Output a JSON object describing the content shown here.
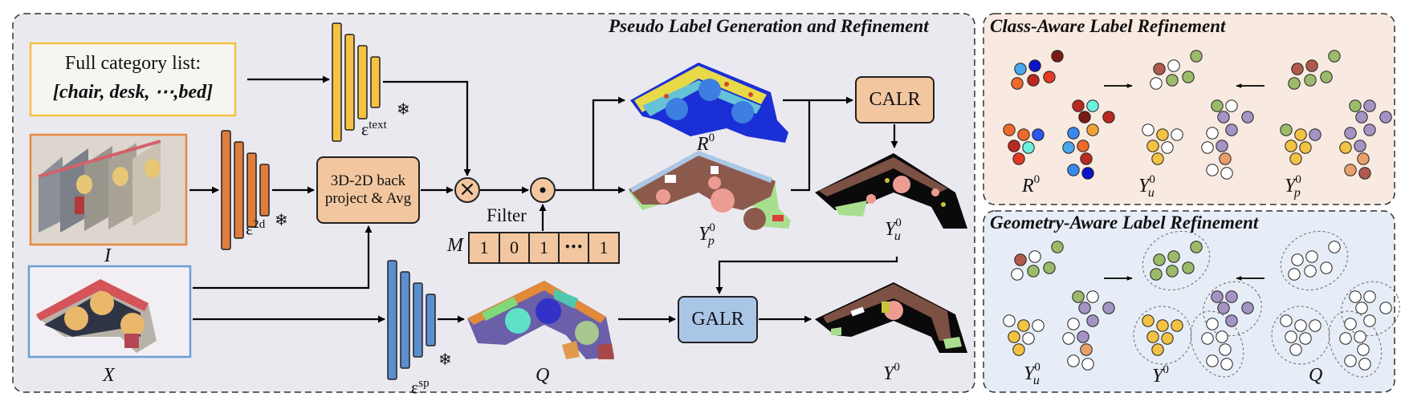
{
  "panels": {
    "main": {
      "title": "Pseudo Label Generation and Refinement"
    },
    "class_aware": {
      "title": "Class-Aware Label Refinement"
    },
    "geometry_aware": {
      "title": "Geometry-Aware Label Refinement"
    }
  },
  "category_box": {
    "line1": "Full category list:",
    "line2": "[chair, desk, ⋯,bed]"
  },
  "encoders": {
    "text": {
      "symbol": "ε",
      "sup": "text",
      "color": "#f5c242"
    },
    "image": {
      "symbol": "ε",
      "sup": "2d",
      "color": "#e07d3c"
    },
    "superpoint": {
      "symbol": "ε",
      "sup": "sp",
      "color": "#5b8fcf"
    },
    "frozen_icon": "❄"
  },
  "inputs": {
    "images": {
      "label": "I",
      "border_color": "#e8893e"
    },
    "pointcloud": {
      "label": "X",
      "border_color": "#6a9fd6"
    }
  },
  "blocks": {
    "backproject": {
      "line1": "3D-2D back",
      "line2": "project & Avg"
    },
    "calr": {
      "label": "CALR"
    },
    "galr": {
      "label": "GALR"
    }
  },
  "operators": {
    "multiply": "×",
    "hadamard": "⊙"
  },
  "filter": {
    "label": "Filter",
    "mask_label": "M",
    "mask_values": [
      "1",
      "0",
      "1",
      "•••",
      "1"
    ]
  },
  "outputs": {
    "r0": {
      "base": "R",
      "sup": "0"
    },
    "yp0": {
      "base": "Y",
      "sup": "0",
      "sub": "p"
    },
    "yu0": {
      "base": "Y",
      "sup": "0",
      "sub": "u"
    },
    "q": {
      "base": "Q"
    },
    "y0": {
      "base": "Y",
      "sup": "0"
    }
  },
  "class_aware_panel": {
    "labels": {
      "r0": {
        "base": "R",
        "sup": "0"
      },
      "yu0": {
        "base": "Y",
        "sup": "0",
        "sub": "u"
      },
      "yp0": {
        "base": "Y",
        "sup": "0",
        "sub": "p"
      }
    }
  },
  "geometry_aware_panel": {
    "labels": {
      "yu0": {
        "base": "Y",
        "sup": "0",
        "sub": "u"
      },
      "y0": {
        "base": "Y",
        "sup": "0"
      },
      "q": {
        "base": "Q"
      }
    }
  },
  "colors": {
    "main_bg": "#eae9f0",
    "class_bg": "#f8eae0",
    "geo_bg": "#e6edf6",
    "block_orange": "#f2c7a0",
    "block_blue": "#a9c6e6",
    "category_border": "#f5c242"
  }
}
